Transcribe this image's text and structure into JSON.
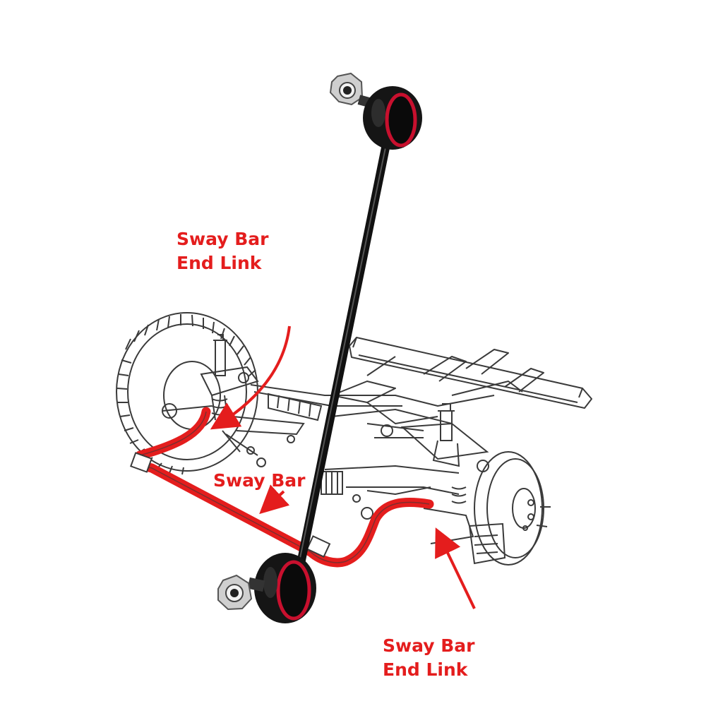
{
  "colors": {
    "accent": "#e41d1d",
    "line_art": "#3a3a3a",
    "link_body": "#111111",
    "bushing": "#c8102e",
    "nut": "#cfcfcf"
  },
  "labels": {
    "end_link_top": {
      "line1": "Sway Bar",
      "line2": "End Link"
    },
    "sway_bar": "Sway Bar",
    "end_link_bottom": {
      "line1": "Sway Bar",
      "line2": "End Link"
    }
  }
}
